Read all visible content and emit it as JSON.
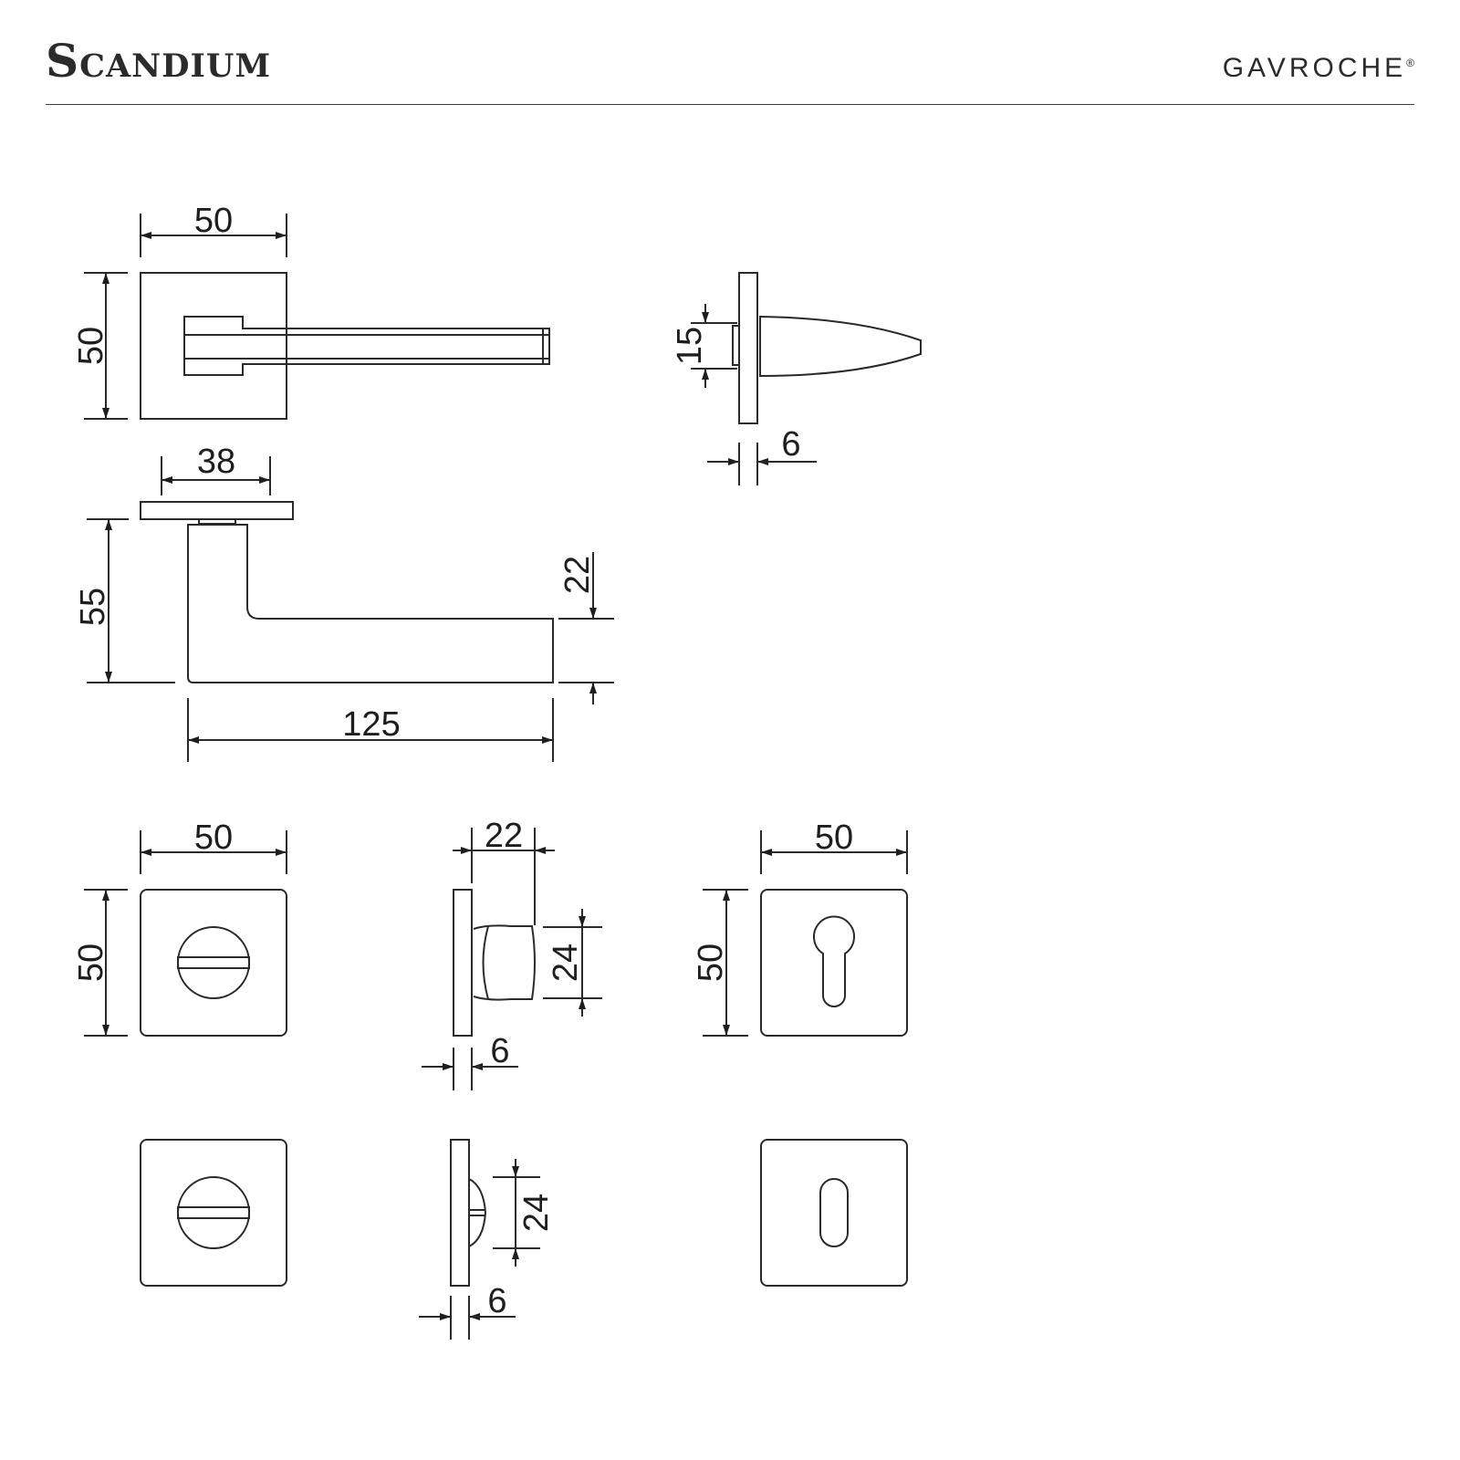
{
  "header": {
    "title": "Scandium",
    "brand": "GAVROCHE",
    "brand_mark": "®"
  },
  "dimensions": {
    "lever_rose_width": "50",
    "lever_rose_height": "50",
    "rose_depth_label": "15",
    "rose_thickness": "6",
    "lever_base_width": "38",
    "lever_height": "55",
    "lever_thickness": "22",
    "lever_length": "125",
    "wc_rose_width": "50",
    "wc_rose_height": "50",
    "turn_projection": "22",
    "turn_diameter": "24",
    "turn_rose_thickness": "6",
    "release_diameter": "24",
    "release_rose_thickness": "6",
    "escutcheon_width": "50",
    "escutcheon_height": "50"
  }
}
